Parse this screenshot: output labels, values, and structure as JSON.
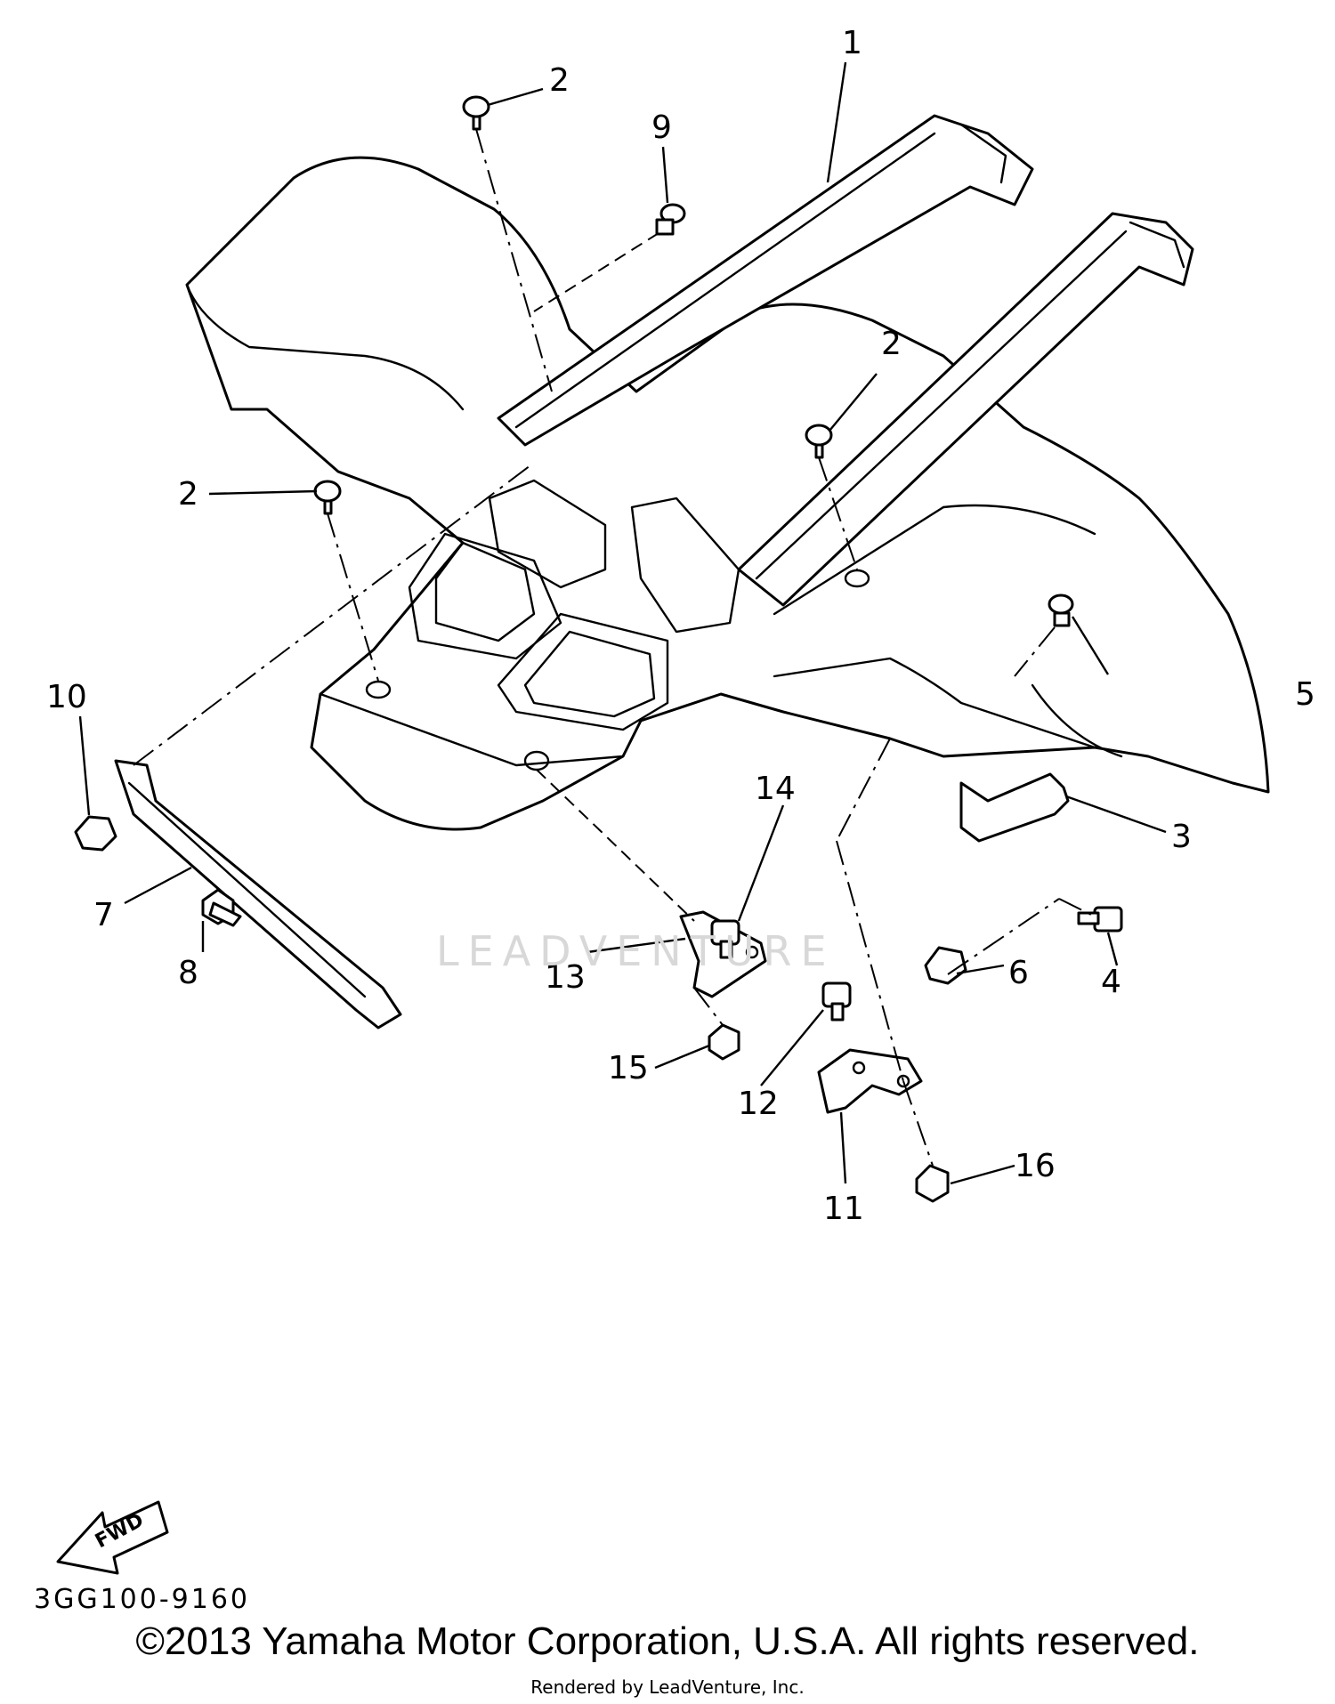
{
  "callouts": {
    "c1": "1",
    "c2a": "2",
    "c2b": "2",
    "c2c": "2",
    "c3": "3",
    "c4": "4",
    "c5": "5",
    "c6": "6",
    "c7": "7",
    "c8": "8",
    "c9": "9",
    "c10": "10",
    "c11": "11",
    "c12": "12",
    "c13": "13",
    "c14": "14",
    "c15": "15",
    "c16": "16"
  },
  "fwd_label": "FWD",
  "drawing_code": "3GG100-9160",
  "watermark": "LEADVENTURE",
  "copyright": "©2013 Yamaha Motor Corporation, U.S.A. All rights reserved.",
  "rendered_by": "Rendered by LeadVenture, Inc."
}
